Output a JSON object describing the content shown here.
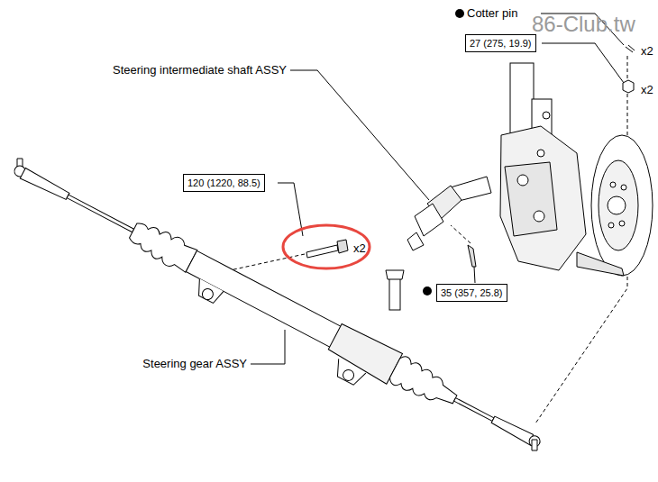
{
  "diagram": {
    "nodes": [
      {
        "text": [
          "27 (275, 19.9)"
        ]
      },
      {
        "text": [
          "120 (1220, 88.5)"
        ]
      },
      {
        "text": [
          "35 (357, 25.8)"
        ]
      }
    ],
    "labels": [
      "Cotter pin",
      "86-Club.tw",
      "x2",
      "x2",
      "Steering intermediate shaft ASSY",
      "x2",
      "Steering gear ASSY"
    ]
  }
}
